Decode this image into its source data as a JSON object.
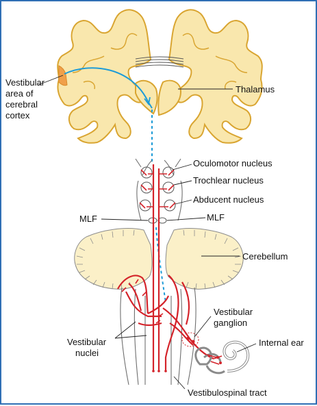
{
  "labels": {
    "vestibular_area_line1": "Vestibular",
    "vestibular_area_line2": "area of",
    "vestibular_area_line3": "cerebral",
    "vestibular_area_line4": "cortex",
    "thalamus": "Thalamus",
    "oculomotor_nucleus": "Oculomotor nucleus",
    "trochlear_nucleus": "Trochlear nucleus",
    "abducent_nucleus": "Abducent nucleus",
    "mlf_left": "MLF",
    "mlf_right": "MLF",
    "cerebellum": "Cerebellum",
    "vestibular_ganglion_line1": "Vestibular",
    "vestibular_ganglion_line2": "ganglion",
    "internal_ear": "Internal ear",
    "vestibular_nuclei_line1": "Vestibular",
    "vestibular_nuclei_line2": "nuclei",
    "vestibulospinal_tract": "Vestibulospinal tract"
  },
  "colors": {
    "frame": "#2f6fb5",
    "brain_fill": "#f9e7ad",
    "brain_outline": "#d9a531",
    "cortex_area": "#f0a04a",
    "motor_pathway": "#d4232a",
    "sensory_pathway": "#1d9bd7"
  }
}
